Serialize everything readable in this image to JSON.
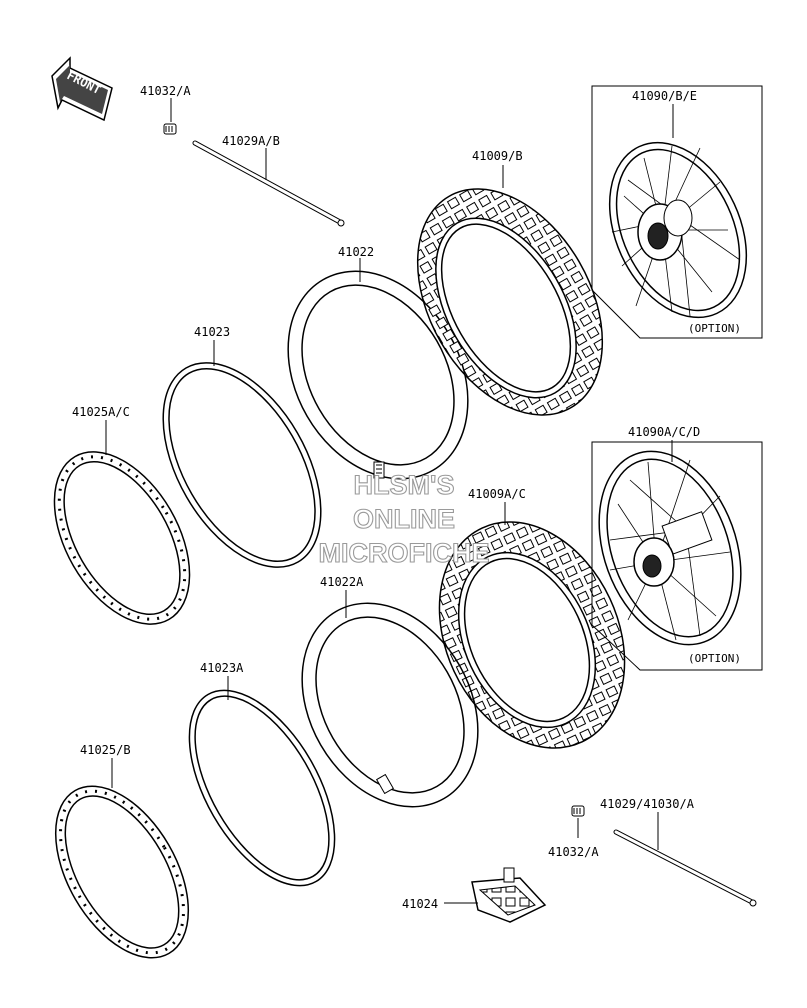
{
  "diagram": {
    "front_arrow_text": "FRONT",
    "watermark": [
      "HLSM'S",
      "ONLINE",
      "MICROFICHE"
    ],
    "labels": {
      "p41032a_top": "41032/A",
      "p41029ab": "41029A/B",
      "p41022": "41022",
      "p41009b": "41009/B",
      "p41090be": "41090/B/E",
      "p41023": "41023",
      "p41025ac": "41025A/C",
      "p41009ac": "41009A/C",
      "p41090acd": "41090A/C/D",
      "p41022a": "41022A",
      "p41023a": "41023A",
      "p41025b": "41025/B",
      "p41029_41030a": "41029/41030/A",
      "p41032a_bottom": "41032/A",
      "p41024": "41024"
    },
    "option_text_top": "(OPTION)",
    "option_text_bottom": "(OPTION)"
  }
}
